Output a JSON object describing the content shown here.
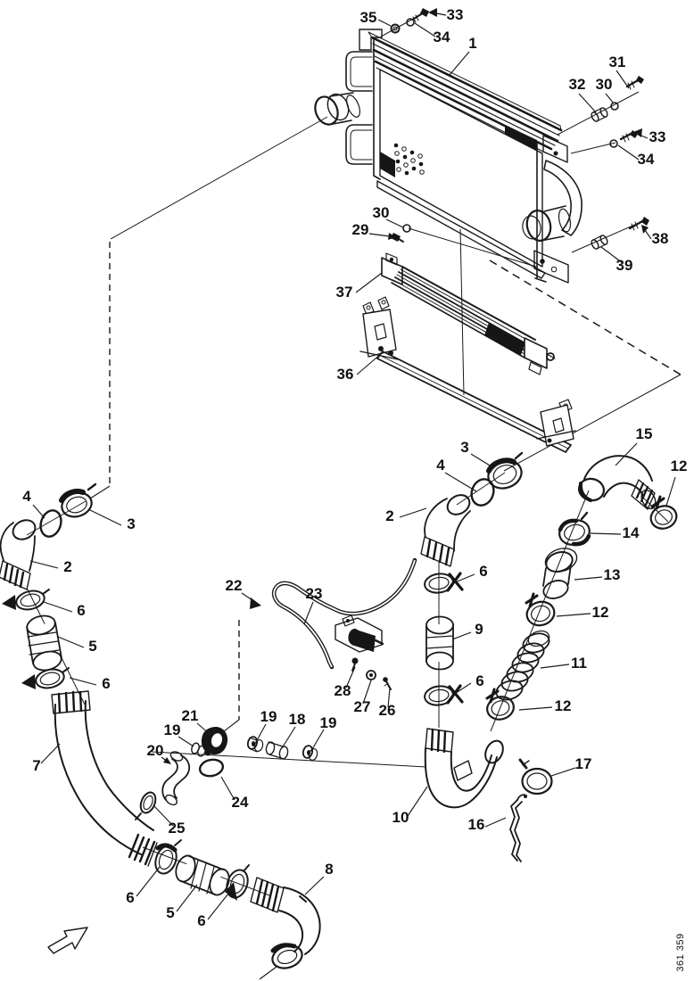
{
  "figure": {
    "drawing_number": "361 359"
  },
  "callouts": [
    {
      "part": "nut-upper",
      "label": "35"
    },
    {
      "part": "screw-upper",
      "label": "33"
    },
    {
      "part": "washer-upper",
      "label": "34"
    },
    {
      "part": "radiator-assembly",
      "label": "1"
    },
    {
      "part": "screw-upper-right",
      "label": "31"
    },
    {
      "part": "spacer-upper-right",
      "label": "32"
    },
    {
      "part": "washer-upper-right",
      "label": "30"
    },
    {
      "part": "screw-mid-right",
      "label": "33"
    },
    {
      "part": "washer-mid-right",
      "label": "34"
    },
    {
      "part": "washer-lower",
      "label": "30"
    },
    {
      "part": "bolt-lower",
      "label": "29"
    },
    {
      "part": "screw-lower-right",
      "label": "38"
    },
    {
      "part": "spacer-lower-right",
      "label": "39"
    },
    {
      "part": "oil-cooler",
      "label": "37"
    },
    {
      "part": "support-bracket",
      "label": "36"
    },
    {
      "part": "clamp-center-upper",
      "label": "3"
    },
    {
      "part": "oring-center",
      "label": "4"
    },
    {
      "part": "elbow-hose-upper-right",
      "label": "15"
    },
    {
      "part": "clamp-right-1",
      "label": "12"
    },
    {
      "part": "elbow-hose-center",
      "label": "2"
    },
    {
      "part": "clamp-right-2",
      "label": "14"
    },
    {
      "part": "adapter-tube-right",
      "label": "13"
    },
    {
      "part": "clamp-right-3",
      "label": "12"
    },
    {
      "part": "corrugated-hose-right",
      "label": "11"
    },
    {
      "part": "clamp-right-4",
      "label": "12"
    },
    {
      "part": "oring-left",
      "label": "4"
    },
    {
      "part": "clamp-left-upper",
      "label": "3"
    },
    {
      "part": "elbow-hose-left",
      "label": "2"
    },
    {
      "part": "clamp-left-1",
      "label": "6"
    },
    {
      "part": "sleeve-hose-left",
      "label": "5"
    },
    {
      "part": "clamp-left-2",
      "label": "6"
    },
    {
      "part": "clamp-center-1",
      "label": "6"
    },
    {
      "part": "sleeve-hose-center",
      "label": "9"
    },
    {
      "part": "clamp-center-2",
      "label": "6"
    },
    {
      "part": "clip-vent-tube",
      "label": "22"
    },
    {
      "part": "vent-tube",
      "label": "23"
    },
    {
      "part": "bolt-valve-bracket",
      "label": "28"
    },
    {
      "part": "grommet-valve-bracket",
      "label": "27"
    },
    {
      "part": "screw-valve-bracket",
      "label": "26"
    },
    {
      "part": "hose-left-long",
      "label": "7"
    },
    {
      "part": "fitting-tee",
      "label": "21"
    },
    {
      "part": "nut-fitting-left",
      "label": "19"
    },
    {
      "part": "nut-fitting-mid",
      "label": "19"
    },
    {
      "part": "spacer-fitting",
      "label": "18"
    },
    {
      "part": "nut-fitting-right",
      "label": "19"
    },
    {
      "part": "hose-small",
      "label": "20"
    },
    {
      "part": "oring-small",
      "label": "24"
    },
    {
      "part": "clamp-small",
      "label": "25"
    },
    {
      "part": "u-hose-center",
      "label": "10"
    },
    {
      "part": "clamp-u-hose",
      "label": "17"
    },
    {
      "part": "support-rod",
      "label": "16"
    },
    {
      "part": "clamp-bottom-1",
      "label": "6"
    },
    {
      "part": "sleeve-hose-bottom",
      "label": "5"
    },
    {
      "part": "clamp-bottom-2",
      "label": "6"
    },
    {
      "part": "elbow-hose-bottom",
      "label": "8"
    }
  ]
}
